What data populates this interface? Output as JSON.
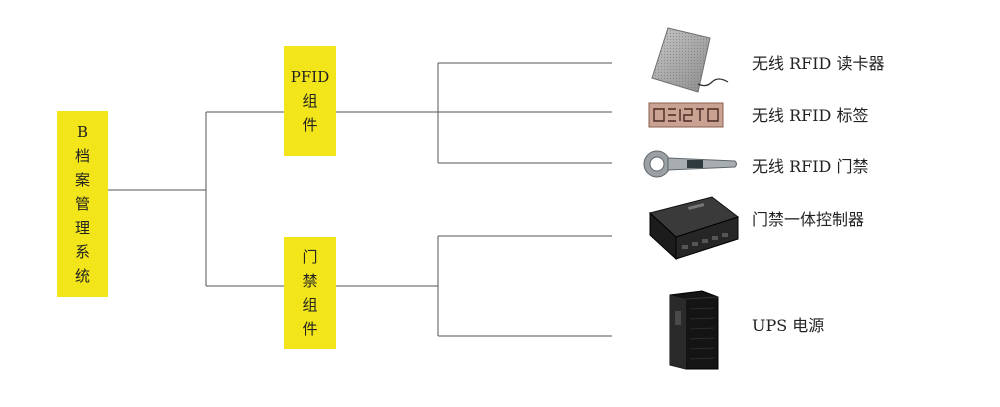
{
  "root": {
    "chars": [
      "B",
      "档",
      "案",
      "管",
      "理",
      "系",
      "统"
    ]
  },
  "groups": [
    {
      "chars": [
        "PFID",
        "组",
        "件"
      ]
    },
    {
      "chars": [
        "门",
        "禁",
        "组",
        "件"
      ]
    }
  ],
  "devices": [
    {
      "label": "无线 RFID 读卡器",
      "icon": "rfid-reader-icon"
    },
    {
      "label": "无线 RFID 标签",
      "icon": "rfid-tag-icon"
    },
    {
      "label": "无线 RFID 门禁",
      "icon": "rfid-access-wand-icon"
    },
    {
      "label": "门禁一体控制器",
      "icon": "access-controller-icon"
    },
    {
      "label": "UPS 电源",
      "icon": "ups-power-icon"
    }
  ],
  "colors": {
    "box_fill": "#f2e51a",
    "line": "#555555"
  }
}
